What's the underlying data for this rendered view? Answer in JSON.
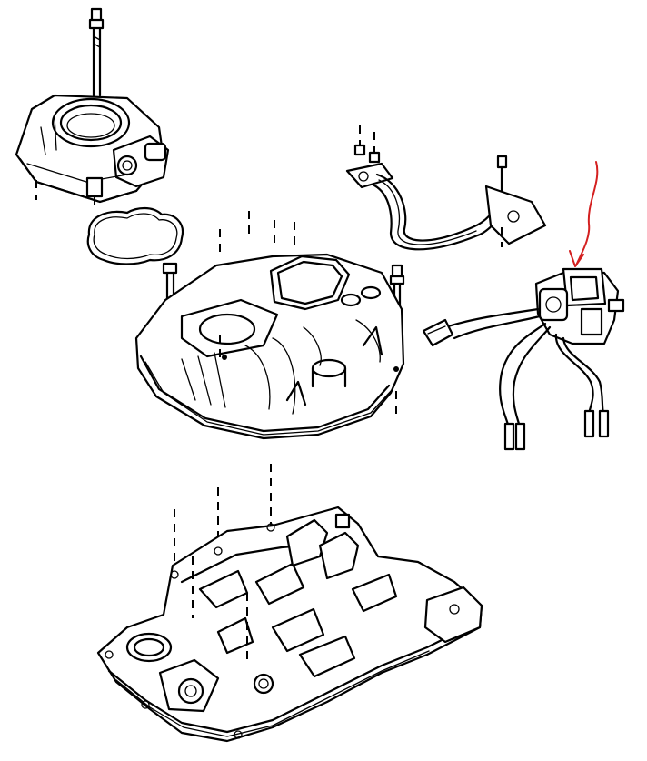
{
  "diagram": {
    "parts": [
      "throttle-body",
      "throttle-body-gasket",
      "upper-intake-plenum",
      "fuel-line-assembly",
      "fuel-injector-assembly",
      "lower-intake-manifold"
    ],
    "annotation": {
      "type": "hand-drawn-arrow",
      "color": "#d42020",
      "points_to": "fuel-injector-assembly"
    },
    "line_color": "#000000",
    "background": "#ffffff"
  }
}
